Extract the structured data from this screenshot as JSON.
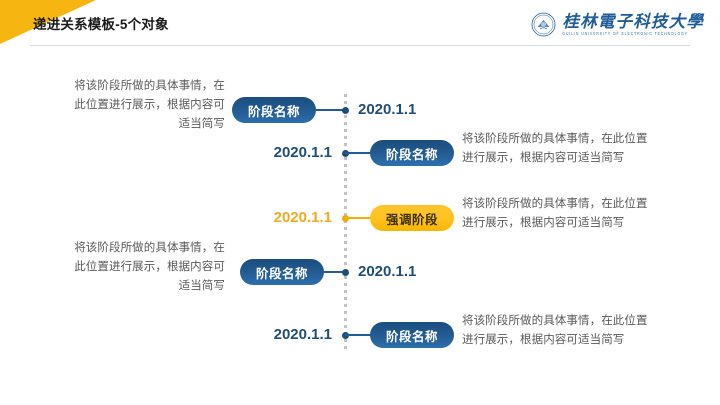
{
  "slide": {
    "title": "递进关系模板-5个对象",
    "accent_yellow": "#F6B511",
    "accent_blue": "#1F4E79",
    "highlight_gold": "#FFC220",
    "text_gray": "#5A5A5A"
  },
  "logo": {
    "seal_name": "university-seal-icon",
    "name_cn": "桂林電子科技大學",
    "name_en": "GUILIN UNIVERSITY OF ELECTRONIC TECHNOLOGY",
    "color": "#1F5C99"
  },
  "timeline": {
    "axis_style": "dotted-vertical",
    "axis_color": "#C2C2C2",
    "rows": [
      {
        "id": "row-1",
        "side": "left",
        "highlight": false,
        "pill_label": "阶段名称",
        "date": "2020.1.1",
        "description": "将该阶段所做的具体事情，在此位置进行展示，根据内容可适当简写",
        "desc_lines": [
          "将该阶段所做的具体事情，在",
          "此位置进行展示，根据内容可",
          "适当简写"
        ]
      },
      {
        "id": "row-2",
        "side": "right",
        "highlight": false,
        "pill_label": "阶段名称",
        "date": "2020.1.1",
        "description": "将该阶段所做的具体事情，在此位置进行展示，根据内容可适当简写",
        "desc_lines": [
          "将该阶段所做的具体事情，在此位置",
          "进行展示，根据内容可适当简写"
        ]
      },
      {
        "id": "row-3",
        "side": "right",
        "highlight": true,
        "pill_label": "强调阶段",
        "date": "2020.1.1",
        "description": "将该阶段所做的具体事情，在此位置进行展示，根据内容可适当简写",
        "desc_lines": [
          "将该阶段所做的具体事情，在此位置",
          "进行展示，根据内容可适当简写"
        ]
      },
      {
        "id": "row-4",
        "side": "left",
        "highlight": false,
        "pill_label": "阶段名称",
        "date": "2020.1.1",
        "description": "将该阶段所做的具体事情，在此位置进行展示，根据内容可适当简写",
        "desc_lines": [
          "将该阶段所做的具体事情，在",
          "此位置进行展示，根据内容可",
          "适当简写"
        ]
      },
      {
        "id": "row-5",
        "side": "right",
        "highlight": false,
        "pill_label": "阶段名称",
        "date": "2020.1.1",
        "description": "将该阶段所做的具体事情，在此位置进行展示，根据内容可适当简写",
        "desc_lines": [
          "将该阶段所做的具体事情，在此位置",
          "进行展示，根据内容可适当简写"
        ]
      }
    ]
  }
}
